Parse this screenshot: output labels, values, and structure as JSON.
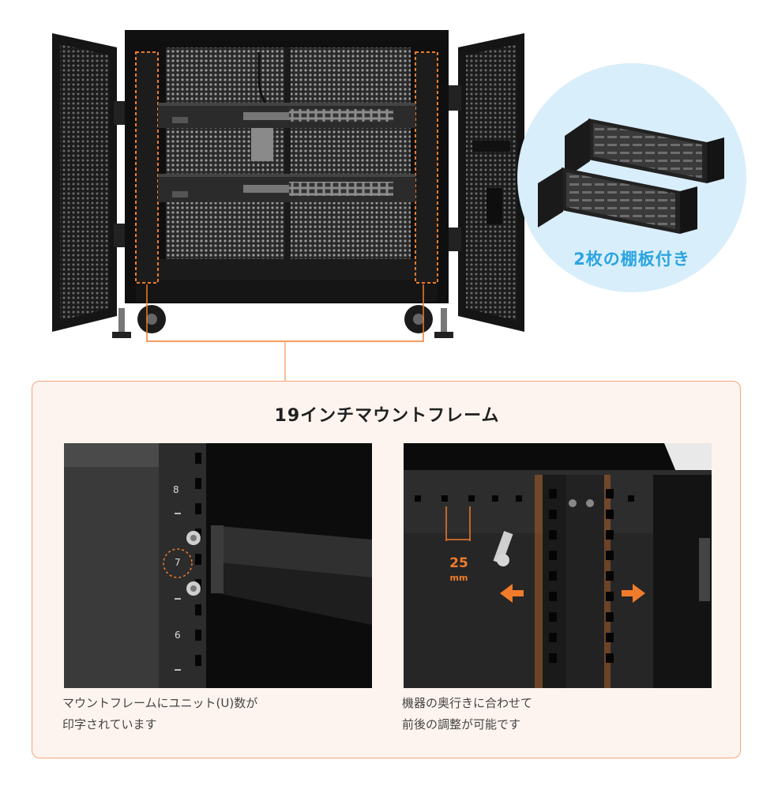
{
  "bubble": {
    "label": "2枚の棚板付き"
  },
  "panel": {
    "title": "19インチマウントフレーム",
    "left": {
      "numbers": [
        "8",
        "7",
        "6"
      ],
      "caption_line1": "マウントフレームにユニット(U)数が",
      "caption_line2": "印字されています"
    },
    "right": {
      "measure_value": "25",
      "measure_unit": "mm",
      "caption_line1": "機器の奥行きに合わせて",
      "caption_line2": "前後の調整が可能です"
    }
  },
  "colors": {
    "accent": "#f07c2b",
    "bubble_bg": "#d9eefb",
    "bubble_text": "#2aa5e0",
    "panel_bg": "#fdf4ef",
    "panel_border": "#f4a779"
  }
}
